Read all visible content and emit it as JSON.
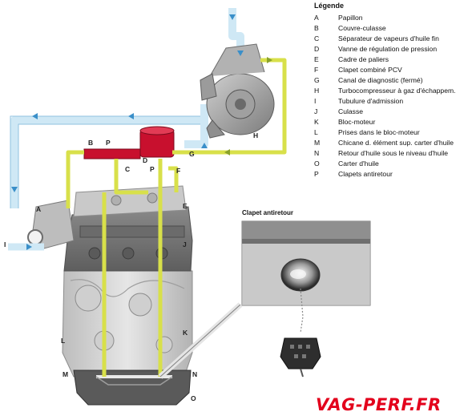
{
  "legend": {
    "title": "Légende",
    "items": [
      {
        "key": "A",
        "label": "Papillon"
      },
      {
        "key": "B",
        "label": "Couvre-culasse"
      },
      {
        "key": "C",
        "label": "Séparateur de vapeurs d'huile fin"
      },
      {
        "key": "D",
        "label": "Vanne de régulation de pression"
      },
      {
        "key": "E",
        "label": "Cadre de paliers"
      },
      {
        "key": "F",
        "label": "Clapet combiné PCV"
      },
      {
        "key": "G",
        "label": "Canal de diagnostic (fermé)"
      },
      {
        "key": "H",
        "label": "Turbocompresseur à gaz d'échappem."
      },
      {
        "key": "I",
        "label": "Tubulure d'admission"
      },
      {
        "key": "J",
        "label": "Culasse"
      },
      {
        "key": "K",
        "label": "Bloc-moteur"
      },
      {
        "key": "L",
        "label": "Prises dans le bloc-moteur"
      },
      {
        "key": "M",
        "label": "Chicane d. élément sup. carter d'huile"
      },
      {
        "key": "N",
        "label": "Retour d'huile sous le niveau d'huile"
      },
      {
        "key": "O",
        "label": "Carter d'huile"
      },
      {
        "key": "P",
        "label": "Clapets antiretour"
      }
    ]
  },
  "inset": {
    "title": "Clapet antiretour"
  },
  "diagram_labels": {
    "A": "A",
    "B": "B",
    "C": "C",
    "D": "D",
    "E": "E",
    "F": "F",
    "G": "G",
    "H": "H",
    "I": "I",
    "J": "J",
    "K": "K",
    "L": "L",
    "M": "M",
    "N": "N",
    "O": "O",
    "P1": "P",
    "P2": "P"
  },
  "brand": "VAG-PERF.FR",
  "colors": {
    "fresh_air": "#cfe8f5",
    "air_arrow": "#3a8fc9",
    "blowby": "#d8e04a",
    "accent_red": "#c8102e",
    "engine": "#d6d6d6",
    "brand": "#e3001b"
  }
}
